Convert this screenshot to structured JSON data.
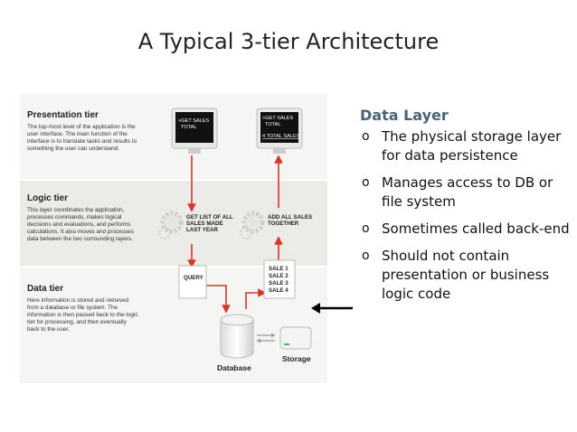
{
  "title": "A Typical 3-tier Architecture",
  "diagram": {
    "presentation": {
      "title": "Presentation tier",
      "lines": [
        "The top-most level of the application is the",
        "user interface. The main function of the",
        "interface is to translate tasks and results to",
        "something the user can understand."
      ],
      "screen_left": [
        ">GET SALES",
        "TOTAL"
      ],
      "screen_right": [
        ">GET SALES",
        "TOTAL",
        "4 TOTAL SALES"
      ]
    },
    "logic": {
      "title": "Logic tier",
      "lines": [
        "This layer coordinates the application,",
        "processes commands, makes logical",
        "decisions and evaluations, and performs",
        "calculations. It also moves and processes",
        "data between the two surrounding layers."
      ],
      "label_left": [
        "GET LIST OF ALL",
        "SALES MADE",
        "LAST YEAR"
      ],
      "label_right": [
        "ADD ALL SALES",
        "TOGETHER"
      ]
    },
    "data": {
      "title": "Data tier",
      "lines": [
        "Here information is stored and retrieved",
        "from a database or file system. The",
        "information is then passed back to the logic",
        "tier for processing, and then eventually",
        "back to the user."
      ],
      "query_label": "QUERY",
      "sales_list": [
        "SALE 1",
        "SALE 2",
        "SALE 3",
        "SALE 4"
      ],
      "database_label": "Database",
      "storage_label": "Storage"
    }
  },
  "panel": {
    "heading": "Data Layer",
    "bullet_symbol": "o",
    "bullets": [
      "The physical storage layer for data persistence",
      "Manages access to DB or file system",
      "Sometimes called back-end",
      "Should not contain presentation or business logic code"
    ]
  },
  "colors": {
    "band_light": "#f5f5f3",
    "band_mid": "#ebebe8",
    "arrow_red": "#d9342b",
    "heading_blue": "#4a6278"
  },
  "icons": [
    "monitor-icon",
    "gear-icon",
    "database-icon",
    "storage-drive-icon",
    "arrow-left-icon"
  ]
}
